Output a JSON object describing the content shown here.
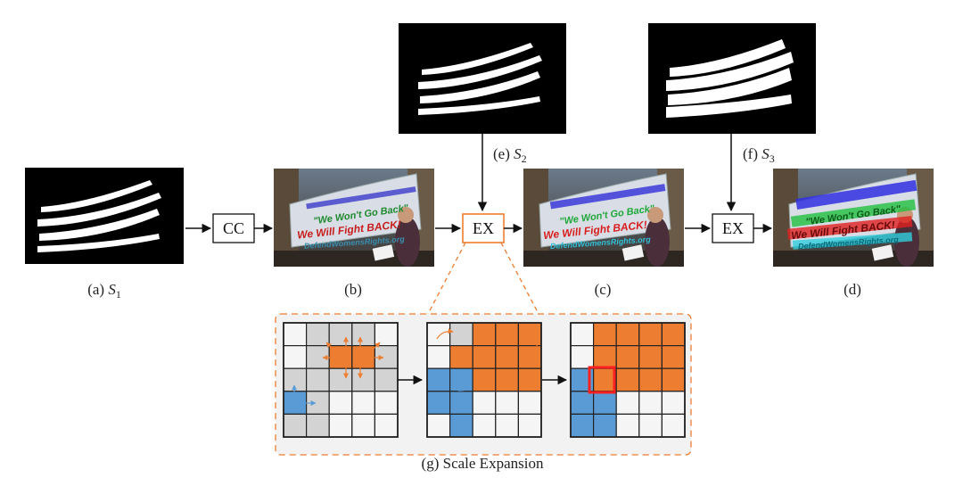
{
  "captions": {
    "a": {
      "prefix": "(a) ",
      "sym": "S",
      "sub": "1"
    },
    "b": "(b)",
    "c": "(c)",
    "d": "(d)",
    "e": {
      "prefix": "(e) ",
      "sym": "S",
      "sub": "2"
    },
    "f": {
      "prefix": "(f) ",
      "sym": "S",
      "sub": "3"
    },
    "g": "(g) Scale Expansion"
  },
  "boxes": {
    "cc": "CC",
    "ex1": "EX",
    "ex2": "EX"
  },
  "banner": {
    "line1": "\"We Won't Go Back\"",
    "line2": "We Will Fight BACK!",
    "line3": "DefendWomensRights.org"
  },
  "colors": {
    "orange": "#ED7D31",
    "blue": "#5B9BD5",
    "gray": "#D3D3D3",
    "white_cell": "#F5F5F5",
    "highlight": "#FF2020",
    "dash": "#ED7D31",
    "panel_bg": "#F2F2F2"
  },
  "grids": {
    "g1": [
      [
        "w",
        "g",
        "g",
        "g",
        "w"
      ],
      [
        "w",
        "g",
        "o",
        "o",
        "g"
      ],
      [
        "g",
        "g",
        "g",
        "g",
        "g"
      ],
      [
        "b",
        "g",
        "w",
        "w",
        "w"
      ],
      [
        "g",
        "g",
        "w",
        "w",
        "w"
      ]
    ],
    "g2": [
      [
        "w",
        "g",
        "o",
        "o",
        "o"
      ],
      [
        "w",
        "o",
        "o",
        "o",
        "o"
      ],
      [
        "b",
        "b",
        "o",
        "o",
        "o"
      ],
      [
        "b",
        "b",
        "w",
        "w",
        "w"
      ],
      [
        "w",
        "b",
        "w",
        "w",
        "w"
      ]
    ],
    "g3": [
      [
        "w",
        "o",
        "o",
        "o",
        "o"
      ],
      [
        "w",
        "o",
        "o",
        "o",
        "o"
      ],
      [
        "b",
        "o",
        "o",
        "o",
        "o"
      ],
      [
        "b",
        "b",
        "w",
        "w",
        "w"
      ],
      [
        "b",
        "b",
        "w",
        "w",
        "w"
      ]
    ]
  }
}
